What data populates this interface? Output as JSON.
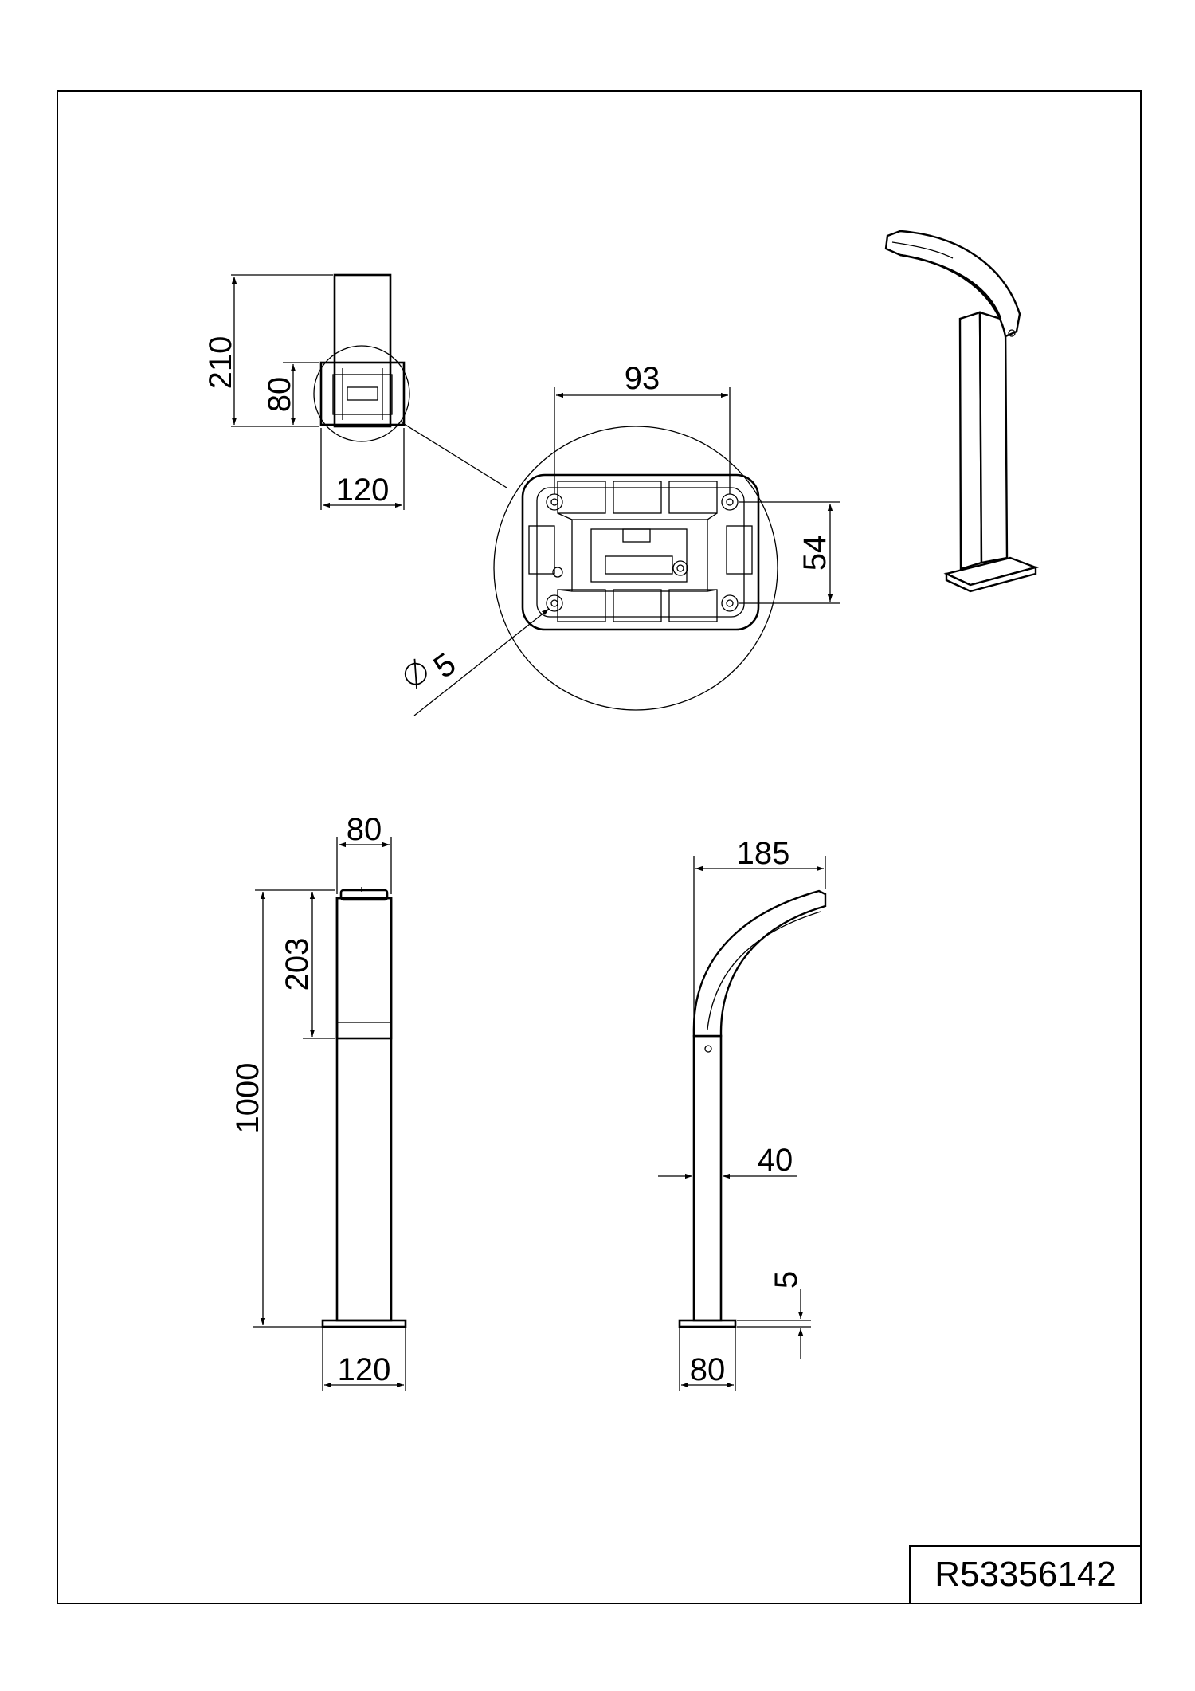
{
  "drawing_code": "R53356142",
  "top_view": {
    "height_label": "210",
    "inner_height_label": "80",
    "width_label": "120"
  },
  "detail_view": {
    "width_label": "93",
    "height_label": "54",
    "hole_label": "5"
  },
  "front_view": {
    "top_width_label": "80",
    "head_height_label": "203",
    "total_height_label": "1000",
    "base_width_label": "120"
  },
  "side_view": {
    "reach_label": "185",
    "pole_width_label": "40",
    "base_thickness_label": "5",
    "base_width_label": "80"
  }
}
